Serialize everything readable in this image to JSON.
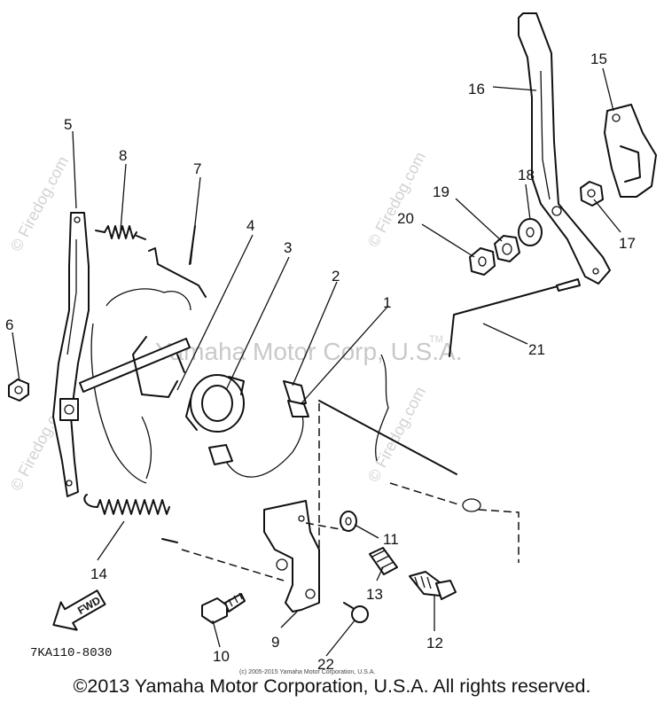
{
  "diagram": {
    "part_numbers": [
      "1",
      "2",
      "3",
      "4",
      "5",
      "6",
      "7",
      "8",
      "9",
      "10",
      "11",
      "12",
      "13",
      "14",
      "15",
      "16",
      "17",
      "18",
      "19",
      "20",
      "21",
      "22"
    ],
    "drawing_code": "7KA110-8030",
    "direction_arrow_text": "FWD",
    "watermarks": {
      "center": "Yamaha Motor Corp, U.S.A.",
      "tm": "TM",
      "site": "© Firedog.com"
    },
    "fine_print": "(c) 2005-2015 Yamaha Motor Corporation, U.S.A."
  },
  "footer": {
    "copyright": "©2013 Yamaha Motor Corporation, U.S.A. All rights reserved."
  }
}
